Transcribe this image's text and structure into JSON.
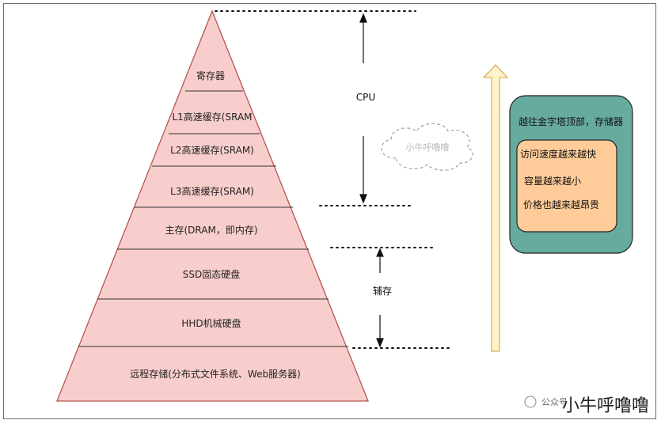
{
  "pyramid": {
    "layers": [
      {
        "label": "寄存器"
      },
      {
        "label": "L1高速缓存(SRAM"
      },
      {
        "label": "L2高速缓存(SRAM)"
      },
      {
        "label": "L3高速缓存(SRAM)"
      },
      {
        "label": "主存(DRAM，即内存)"
      },
      {
        "label": "SSD固态硬盘"
      },
      {
        "label": "HHD机械硬盘"
      },
      {
        "label": "远程存储(分布式文件系统、Web服务器)"
      }
    ]
  },
  "annotations": {
    "cpu_label": "CPU",
    "secondary_label": "辅存",
    "cloud_text": "小牛呼噜噜"
  },
  "info_box": {
    "title": "越往金字塔顶部，存储器",
    "items": [
      "访问速度越来越快",
      "容量越来越小",
      "价格也越来越昂贵"
    ]
  },
  "watermark": {
    "text": "小牛呼噜噜",
    "small_text": "公众号"
  },
  "colors": {
    "pyramid_fill": "#f8cecc",
    "pyramid_stroke": "#b85450",
    "box_outer": "#67ab9f",
    "box_inner": "#ffcc99",
    "arrow_fill": "#fff2cc",
    "arrow_stroke": "#d6b656"
  }
}
